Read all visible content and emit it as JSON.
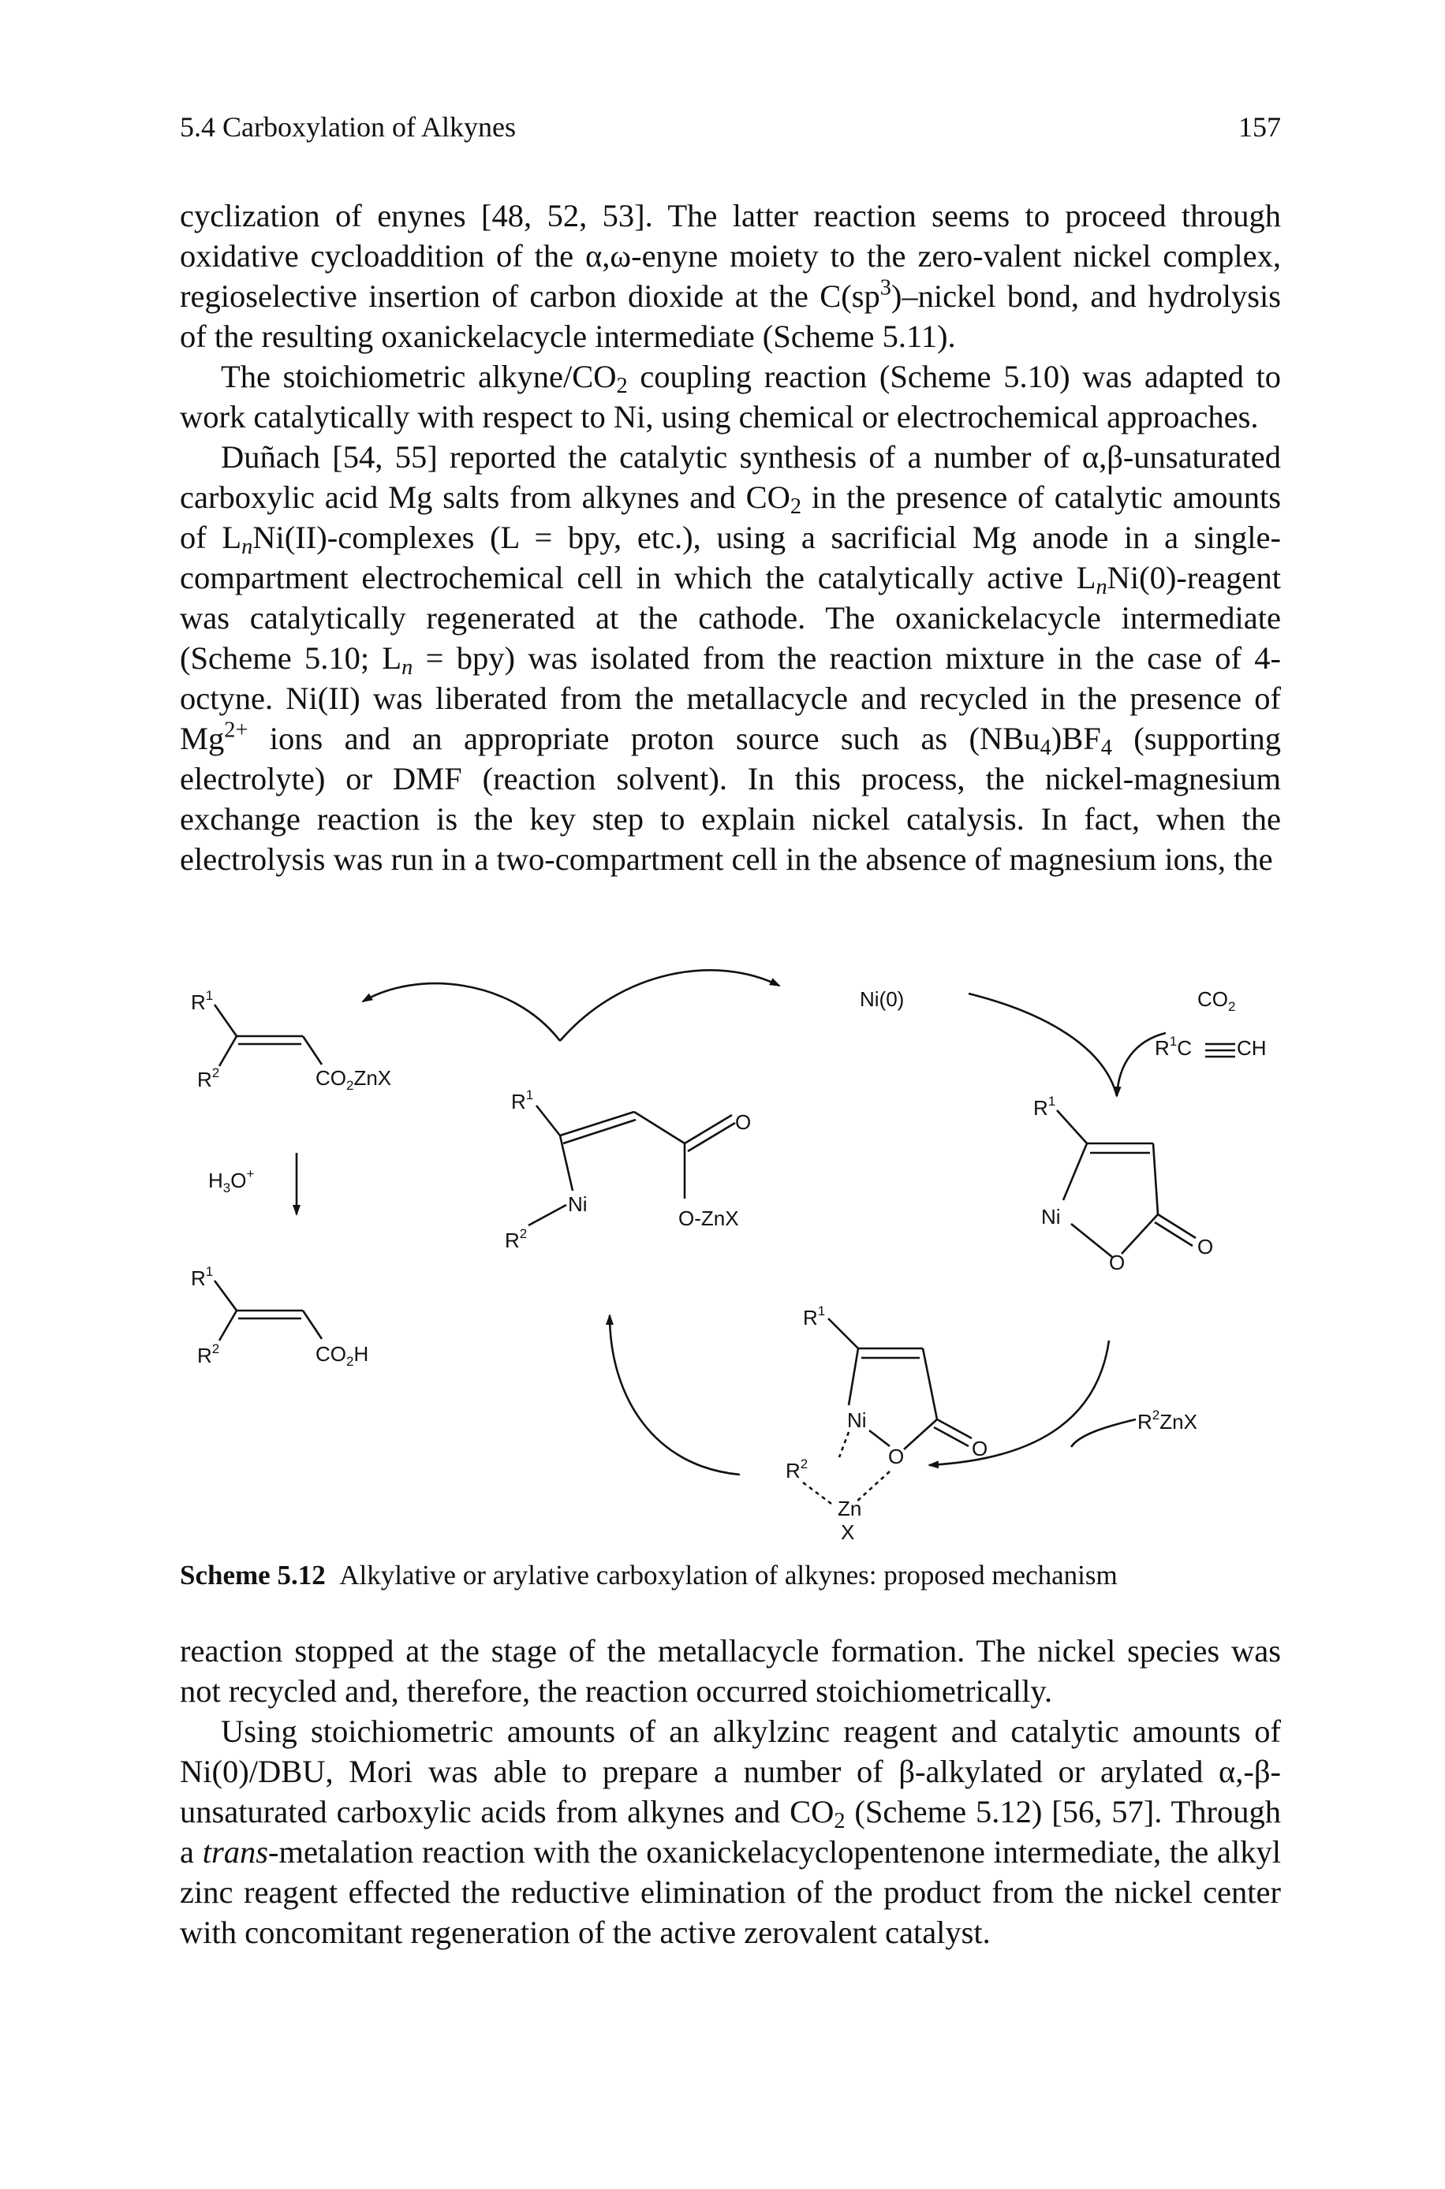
{
  "header": {
    "section": "5.4 Carboxylation of Alkynes",
    "page_number": "157"
  },
  "para1": {
    "a": "cyclization of enynes [48, 52, 53]. The latter reaction seems to proceed through oxidative cycloaddition of the α,ω-enyne moiety to the zero-valent nickel complex, regioselective insertion of carbon dioxide at the C(sp",
    "sup": "3",
    "b": ")–nickel bond, and hydrolysis of the resulting oxanickelacycle intermediate (Scheme 5.11)."
  },
  "para2": {
    "a": "The stoichiometric alkyne/CO",
    "sub": "2",
    "b": " coupling reaction (Scheme 5.10) was adapted to work catalytically with respect to Ni, using chemical or electrochemical approaches."
  },
  "para3": {
    "a": "Duñach [54, 55] reported the catalytic synthesis of a number of α,β-unsaturated carboxylic acid Mg salts from alkynes and CO",
    "sub1": "2",
    "b": " in the presence of catalytic amounts of L",
    "n1": "n",
    "c": "Ni(II)-complexes (L = bpy, etc.), using a sacrificial Mg anode in a single-compartment electrochemical cell in which the catalytically active L",
    "n2": "n",
    "d": "Ni(0)-reagent was catalytically regenerated at the cathode. The oxanickelacycle intermediate (Scheme 5.10; L",
    "n3": "n",
    "e": " = bpy) was isolated from the reaction mixture in the case of 4-octyne. Ni(II) was liberated from the metallacycle and recycled in the presence of Mg",
    "sup": "2+",
    "f": " ions and an appropriate proton source such as (NBu",
    "sub2": "4",
    "g": ")BF",
    "sub3": "4",
    "h": " (supporting electrolyte) or DMF (reaction solvent). In this process, the nickel-magnesium exchange reaction is the key step to explain nickel catalysis. In fact, when the electrolysis was run in a two-compartment cell in the absence of magnesium ions, the"
  },
  "scheme": {
    "ni0": "Ni(0)",
    "co2": "CO",
    "co2_sub": "2",
    "alkyne_a": "R",
    "alkyne_sup": "1",
    "alkyne_b": "C",
    "alkyne_c": "CH",
    "h3o": "H",
    "h3o_sub": "3",
    "h3o_b": "O",
    "h3o_sup": "+",
    "r": "R",
    "one": "1",
    "two": "2",
    "co2znx": "CO",
    "co2znx_sub": "2",
    "co2znx_b": "ZnX",
    "co2h": "CO",
    "co2h_sub": "2",
    "co2h_b": "H",
    "ni": "Ni",
    "o": "O",
    "ozn": "O-ZnX",
    "zn": "Zn",
    "x": "X",
    "r2znx_a": "R",
    "r2znx_sup": "2",
    "r2znx_b": "ZnX"
  },
  "caption": {
    "label": "Scheme 5.12",
    "text": "Alkylative or arylative carboxylation of alkynes: proposed mechanism"
  },
  "para4": {
    "text": "reaction stopped at the stage of the metallacycle formation. The nickel species was not recycled and, therefore, the reaction occurred stoichiometrically."
  },
  "para5": {
    "a": "Using stoichiometric amounts of an alkylzinc reagent and catalytic amounts of Ni(0)/DBU, Mori was able to prepare a number of β-alkylated or arylated α,-β-unsaturated carboxylic acids from alkynes and CO",
    "sub": "2",
    "b": " (Scheme 5.12) [56, 57]. Through a ",
    "ital": "trans",
    "c": "-metalation reaction with the oxanickelacyclopentenone intermediate, the alkyl zinc reagent effected the reductive elimination of the product from the nickel center with concomitant regeneration of the active zerovalent catalyst."
  }
}
